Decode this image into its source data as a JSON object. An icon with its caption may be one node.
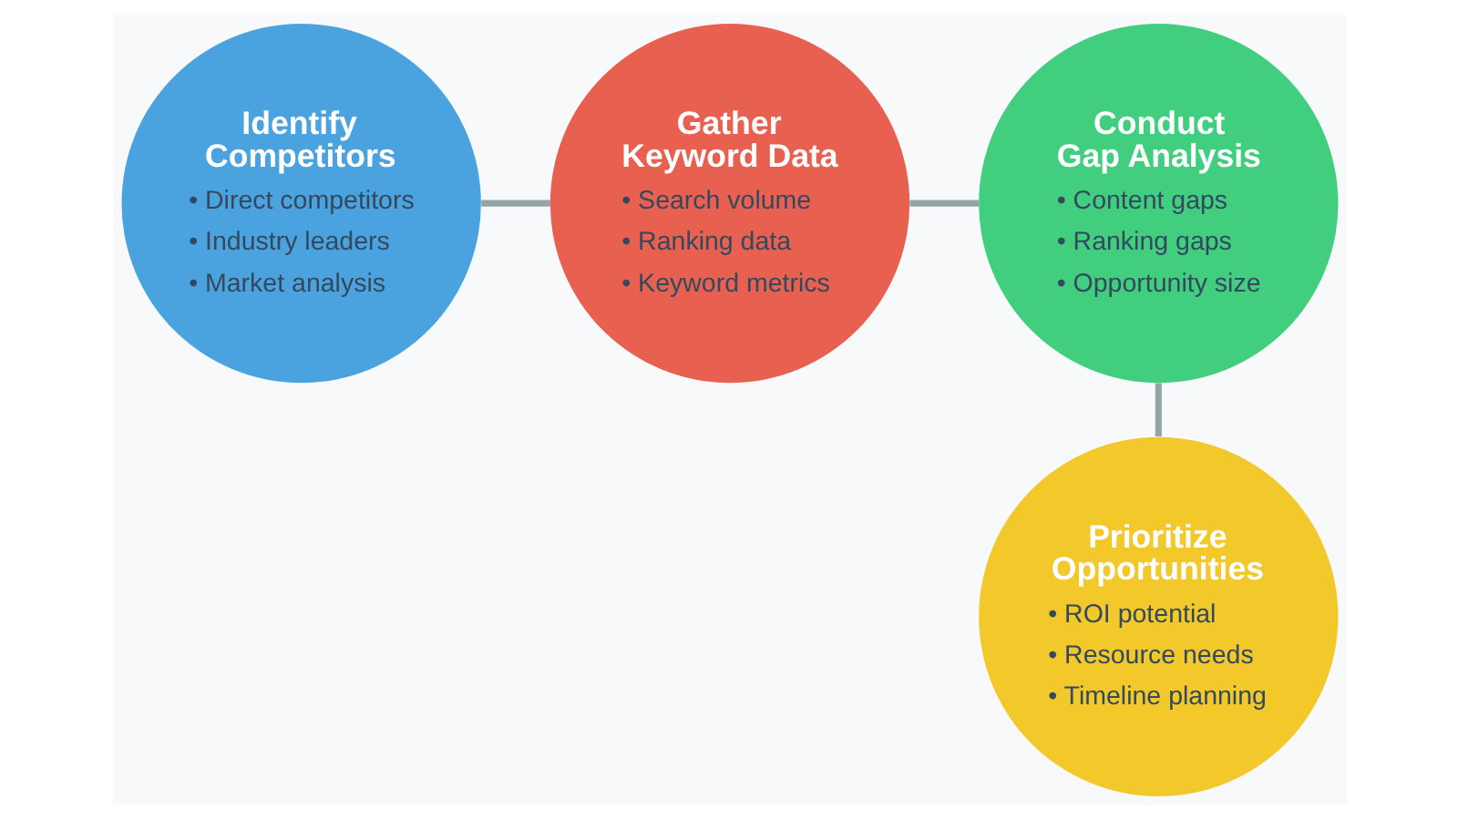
{
  "diagram": {
    "nodes": [
      {
        "text": [
          "Identify Competitors",
          "• Direct competitors",
          "• Industry leaders",
          "• Market analysis"
        ]
      },
      {
        "text": [
          "Gather Keyword Data",
          "• Search volume",
          "• Ranking data",
          "• Keyword metrics"
        ]
      },
      {
        "text": [
          "Conduct Gap Analysis",
          "• Content gaps",
          "• Ranking gaps",
          "• Opportunity size"
        ]
      },
      {
        "text": [
          "Prioritize Opportunities",
          "• ROI potential",
          "• Resource needs",
          "• Timeline planning"
        ]
      }
    ],
    "edges": [
      {
        "from": 0,
        "to": 1,
        "arrow": "none"
      },
      {
        "from": 1,
        "to": 2,
        "arrow": "none"
      },
      {
        "from": 2,
        "to": 3,
        "arrow": "none"
      }
    ]
  }
}
